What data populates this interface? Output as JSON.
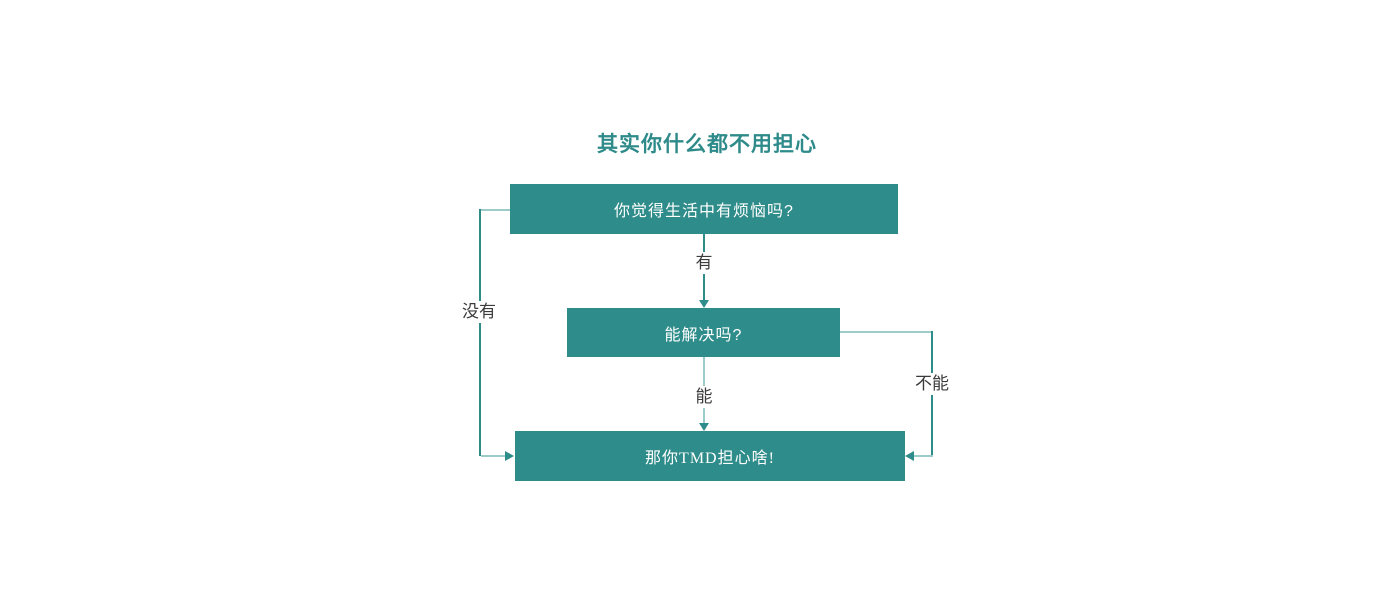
{
  "title": "其实你什么都不用担心",
  "colors": {
    "node_fill": "#2e8c8a",
    "node_text": "#ffffff",
    "title_text": "#2e8b8a",
    "edge_dark": "#2e8c8a",
    "edge_light": "#9ccbca",
    "edge_label_text": "#3b3b3b",
    "background": "#ffffff"
  },
  "chart_type": "flowchart",
  "nodes": [
    {
      "id": "q1",
      "label": "你觉得生活中有烦恼吗?"
    },
    {
      "id": "q2",
      "label": "能解决吗?"
    },
    {
      "id": "end",
      "label": "那你TMD担心啥!"
    }
  ],
  "edges": [
    {
      "from": "q1",
      "to": "q2",
      "label": "有"
    },
    {
      "from": "q2",
      "to": "end",
      "label": "能"
    },
    {
      "from": "q1",
      "to": "end",
      "label": "没有"
    },
    {
      "from": "q2",
      "to": "end",
      "label": "不能"
    }
  ]
}
